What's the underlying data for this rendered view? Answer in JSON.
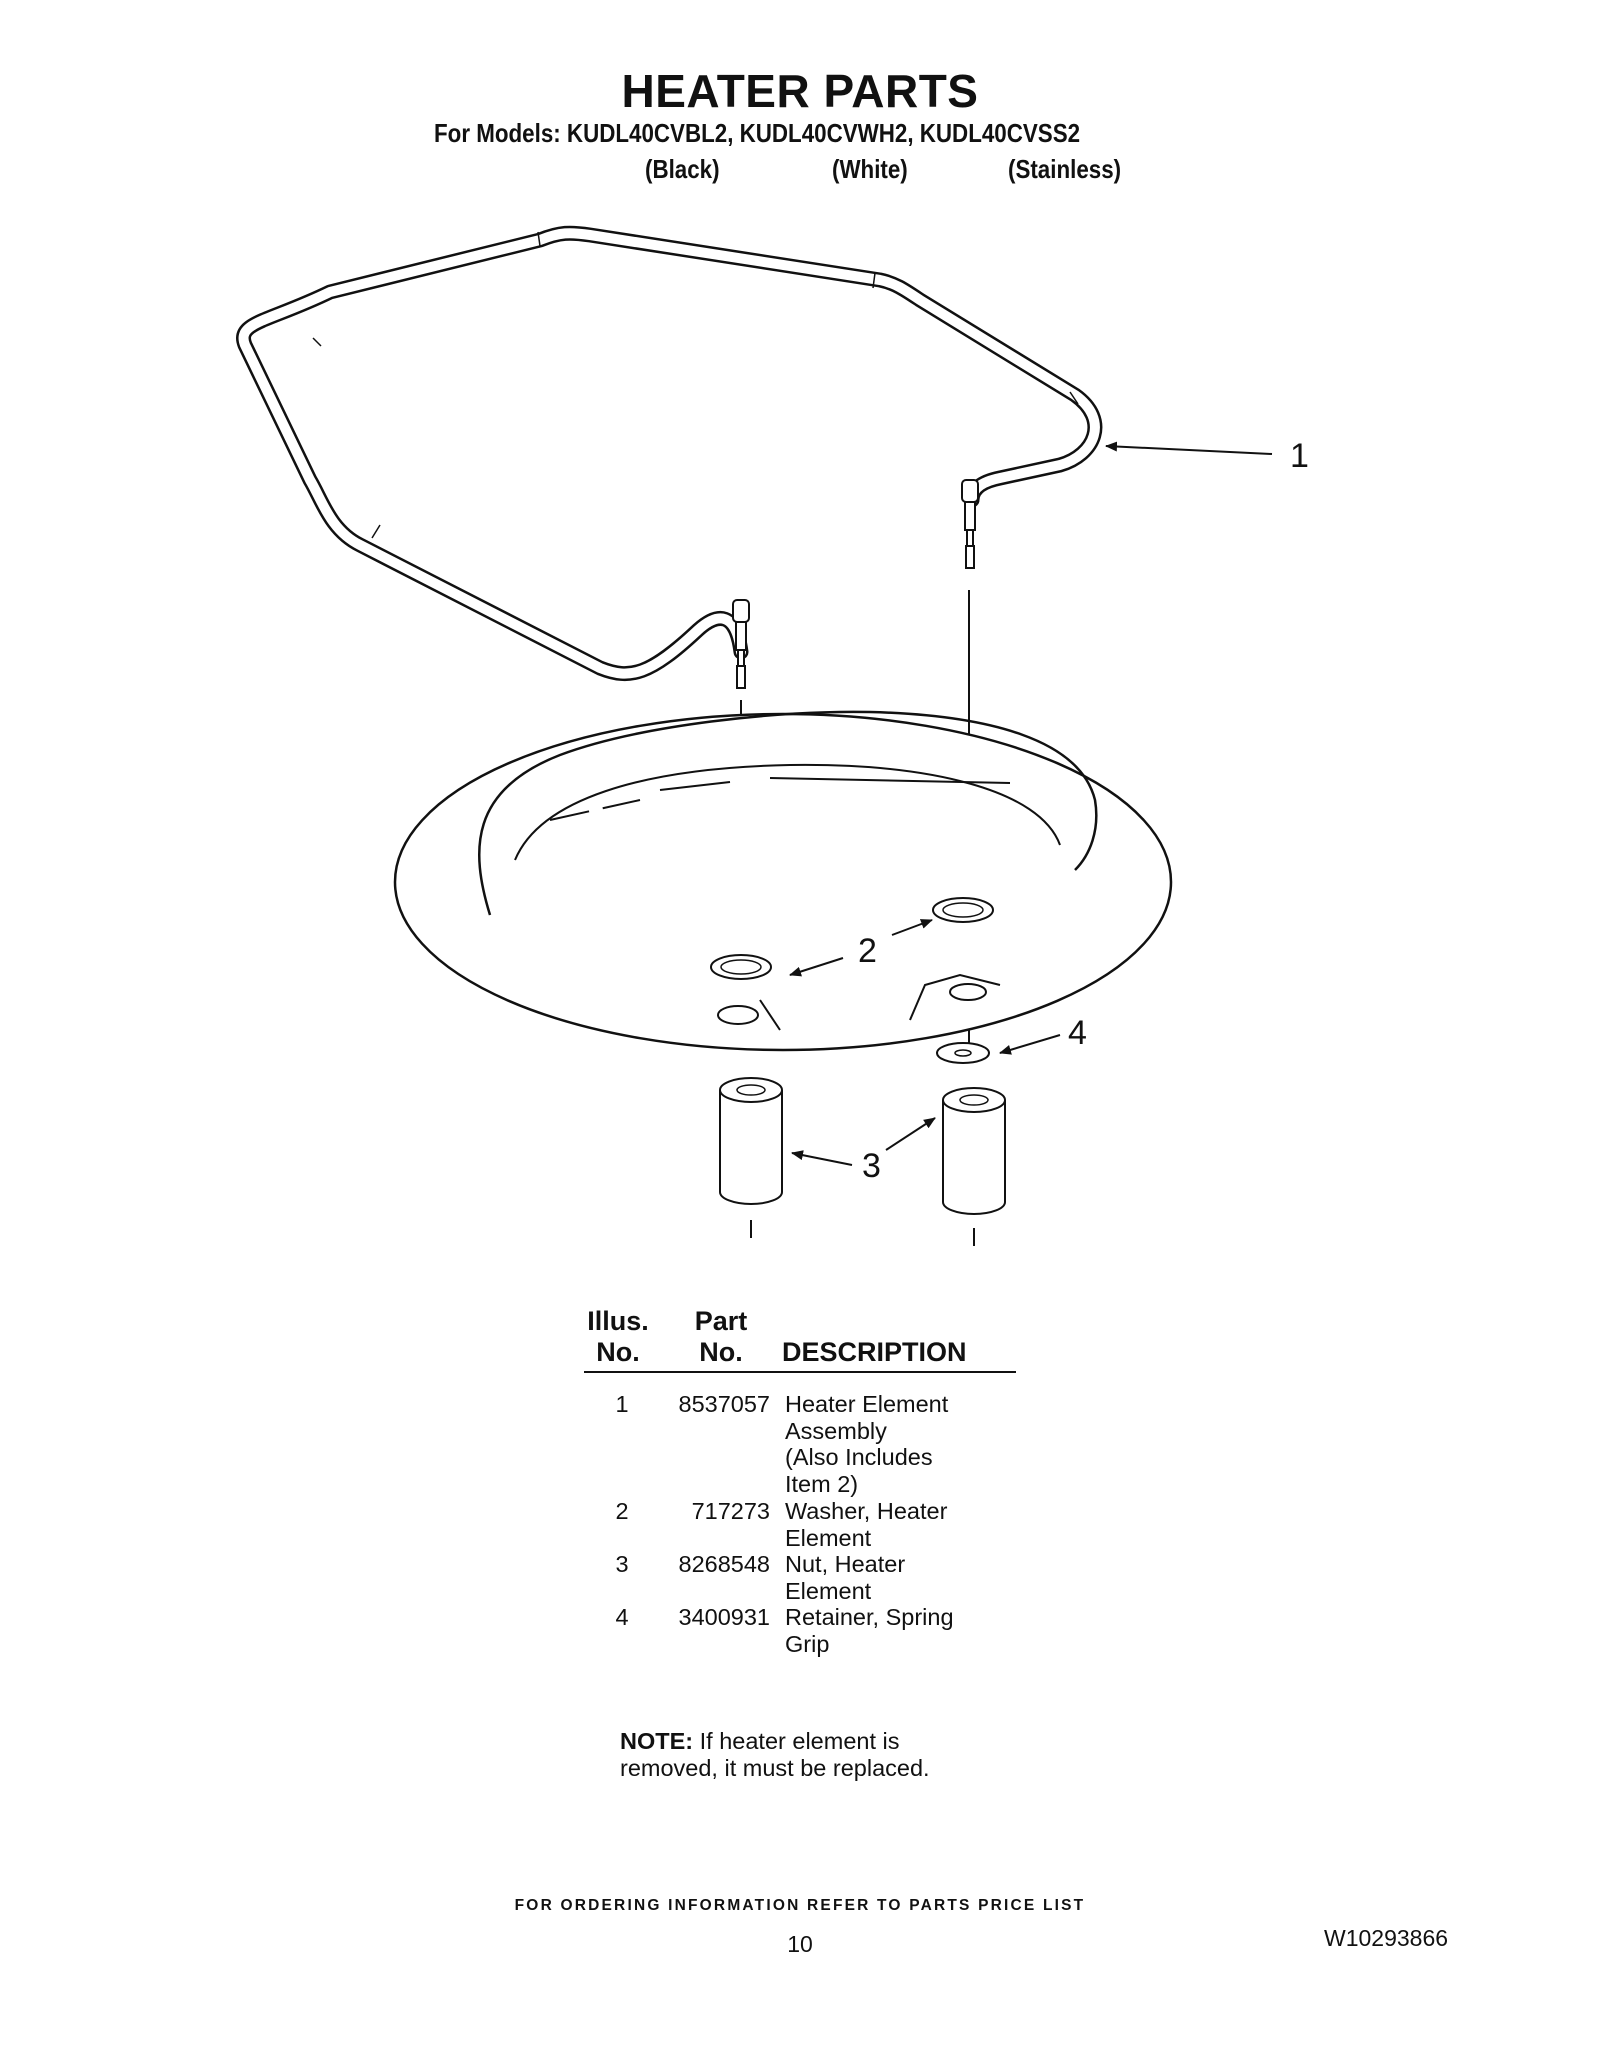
{
  "header": {
    "title": "HEATER PARTS",
    "models_line": "For Models: KUDL40CVBL2, KUDL40CVWH2, KUDL40CVSS2",
    "variants": [
      "(Black)",
      "(White)",
      "(Stainless)"
    ]
  },
  "diagram": {
    "callouts": [
      "1",
      "2",
      "3",
      "4"
    ]
  },
  "parts_table": {
    "headers": {
      "illus_line1": "Illus.",
      "illus_line2": "No.",
      "part_line1": "Part",
      "part_line2": "No.",
      "description": "DESCRIPTION"
    },
    "rows": [
      {
        "illus": "1",
        "part": "8537057",
        "description": "Heater Element\nAssembly\n(Also Includes\nItem 2)"
      },
      {
        "illus": "2",
        "part": "717273",
        "description": "Washer, Heater\nElement"
      },
      {
        "illus": "3",
        "part": "8268548",
        "description": "Nut, Heater\nElement"
      },
      {
        "illus": "4",
        "part": "3400931",
        "description": "Retainer, Spring\nGrip"
      }
    ]
  },
  "note": {
    "label": "NOTE:",
    "text": " If heater element is removed, it must be replaced."
  },
  "footer": {
    "ordering": "FOR ORDERING INFORMATION REFER TO PARTS PRICE LIST",
    "page_number": "10",
    "document_number": "W10293866"
  }
}
